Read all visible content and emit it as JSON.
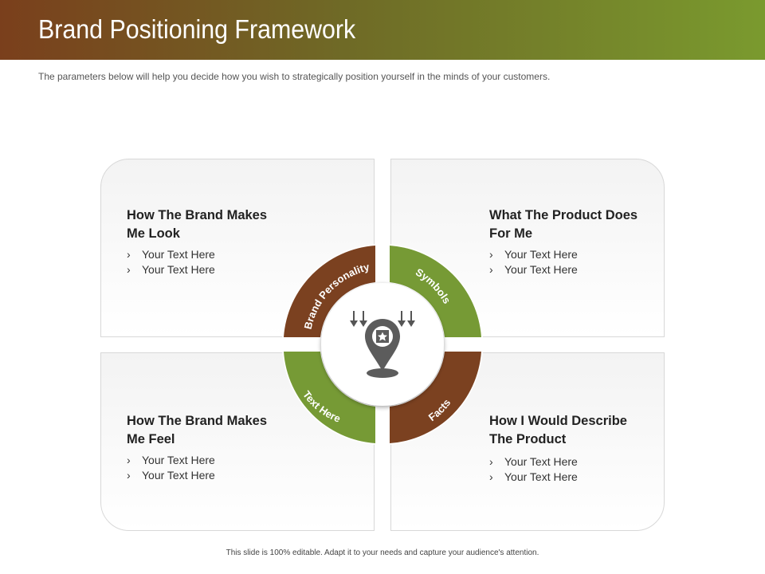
{
  "header": {
    "title": "Brand Positioning Framework",
    "subtitle": "The parameters below will help you decide how you wish to strategically position yourself in the minds of your customers."
  },
  "quadrants": [
    {
      "title_line1": "How The Brand Makes",
      "title_line2": "Me Look",
      "items": [
        "Your Text Here",
        "Your Text Here"
      ]
    },
    {
      "title_line1": "What The Product Does",
      "title_line2": "For Me",
      "items": [
        "Your Text Here",
        "Your Text Here"
      ]
    },
    {
      "title_line1": "How The Brand Makes",
      "title_line2": "Me Feel",
      "items": [
        "Your Text Here",
        "Your Text Here"
      ]
    },
    {
      "title_line1": "How I Would Describe",
      "title_line2": "The Product",
      "items": [
        "Your Text Here",
        "Your Text Here"
      ]
    }
  ],
  "ring": {
    "labels": [
      "Brand Personality",
      "Symbols",
      "Text Here",
      "Facts"
    ],
    "colors": {
      "brown": "#7b4120",
      "green": "#769a35",
      "icon": "#5c5c5c"
    }
  },
  "bullet_glyph": "›",
  "footer": "This slide is 100% editable. Adapt it to your needs and capture your audience's attention."
}
